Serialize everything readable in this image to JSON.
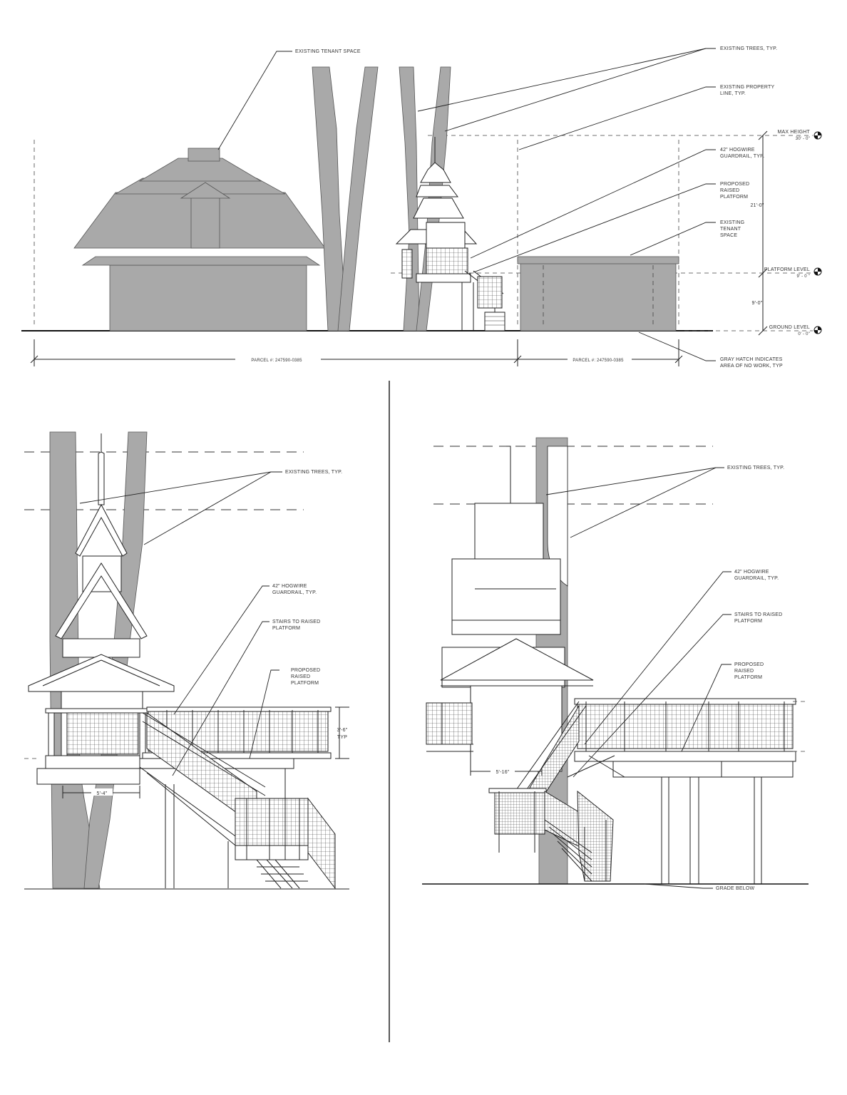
{
  "colors": {
    "existing_gray": "#a9a9a9",
    "line": "#222222",
    "paper": "#ffffff"
  },
  "top_elevation": {
    "labels": {
      "existing_tenant_space_1": "EXISTING TENANT SPACE",
      "existing_trees": "EXISTING TREES, TYP.",
      "property_line_1": "EXISTING PROPERTY",
      "property_line_2": "LINE, TYP.",
      "guardrail_1": "42\" HOGWIRE",
      "guardrail_2": "GUARDRAIL, TYP.",
      "platform_1": "PROPOSED",
      "platform_2": "RAISED",
      "platform_3": "PLATFORM",
      "tenant_2_1": "EXISTING",
      "tenant_2_2": "TENANT",
      "tenant_2_3": "SPACE",
      "gray_hatch_1": "GRAY HATCH INDICATES",
      "gray_hatch_2": "AREA OF NO WORK, TYP"
    },
    "levels": {
      "max_height": {
        "name": "MAX HEIGHT",
        "value": "30' - 0\""
      },
      "platform_level": {
        "name": "PLATFORM LEVEL",
        "value": "9' - 0 \""
      },
      "ground_level": {
        "name": "GROUND LEVEL",
        "value": "0' - 0\""
      }
    },
    "dimensions": {
      "upper": "21'-0\"",
      "lower": "9'-0\""
    },
    "parcels": {
      "left": "PARCEL #: 247590-0385",
      "right": "PARCEL #: 247590-0385"
    }
  },
  "left_detail": {
    "labels": {
      "existing_trees": "EXISTING TREES, TYP.",
      "guardrail_1": "42\" HOGWIRE",
      "guardrail_2": "GUARDRAIL, TYP.",
      "stairs_1": "STAIRS TO RAISED",
      "stairs_2": "PLATFORM",
      "platform_1": "PROPOSED",
      "platform_2": "RAISED",
      "platform_3": "PLATFORM"
    },
    "dimensions": {
      "rail_height_1": "3'-6\"",
      "rail_height_2": "TYP",
      "platform_width": "5'-4\""
    }
  },
  "right_detail": {
    "labels": {
      "existing_trees": "EXISTING TREES, TYP.",
      "guardrail_1": "42\" HOGWIRE",
      "guardrail_2": "GUARDRAIL, TYP.",
      "stairs_1": "STAIRS TO RAISED",
      "stairs_2": "PLATFORM",
      "platform_1": "PROPOSED",
      "platform_2": "RAISED",
      "platform_3": "PLATFORM",
      "grade_below": "GRADE BELOW"
    },
    "dimensions": {
      "platform_width": "5'-16\""
    }
  }
}
